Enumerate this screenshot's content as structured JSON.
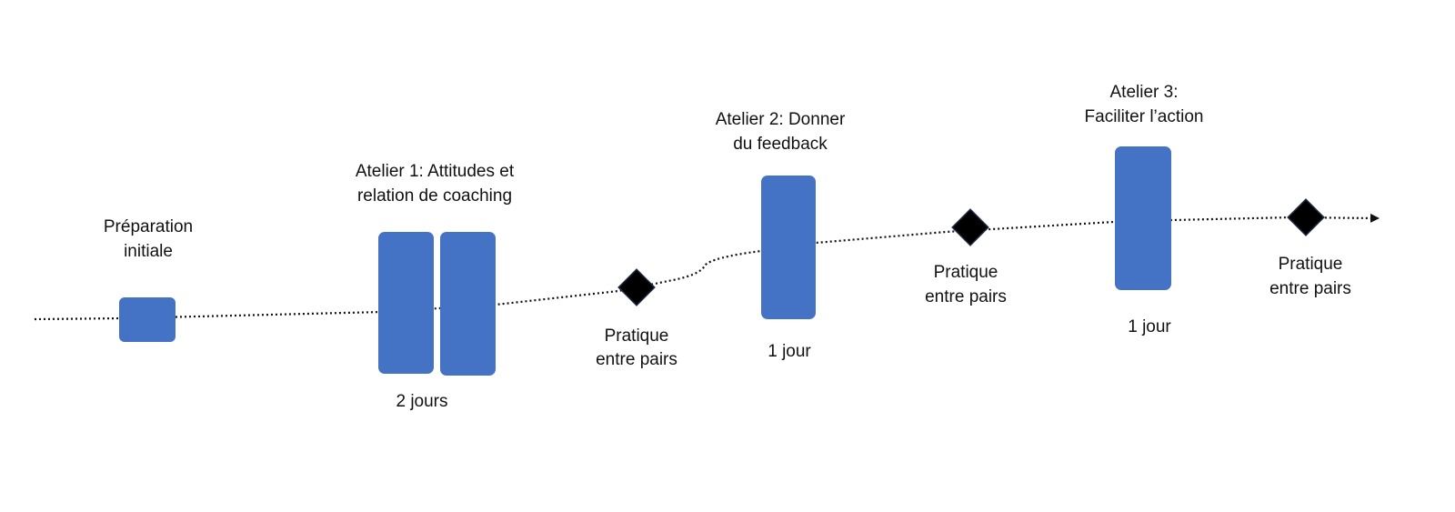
{
  "colors": {
    "block": "#4472C4",
    "milestone": "#000000",
    "timeline": "#111111"
  },
  "stages": {
    "preparation": {
      "line1": "Préparation",
      "line2": "initiale"
    },
    "atelier1": {
      "line1": "Atelier 1: Attitudes et",
      "line2": "relation de coaching",
      "duration": "2 jours"
    },
    "pratique1": {
      "line1": "Pratique",
      "line2": "entre pairs"
    },
    "atelier2": {
      "line1": "Atelier 2: Donner",
      "line2": "du feedback",
      "duration": "1 jour"
    },
    "pratique2": {
      "line1": "Pratique",
      "line2": "entre pairs"
    },
    "atelier3": {
      "line1": "Atelier 3:",
      "line2": "Faciliter l’action",
      "duration": "1 jour"
    },
    "pratique3": {
      "line1": "Pratique",
      "line2": "entre pairs"
    }
  }
}
